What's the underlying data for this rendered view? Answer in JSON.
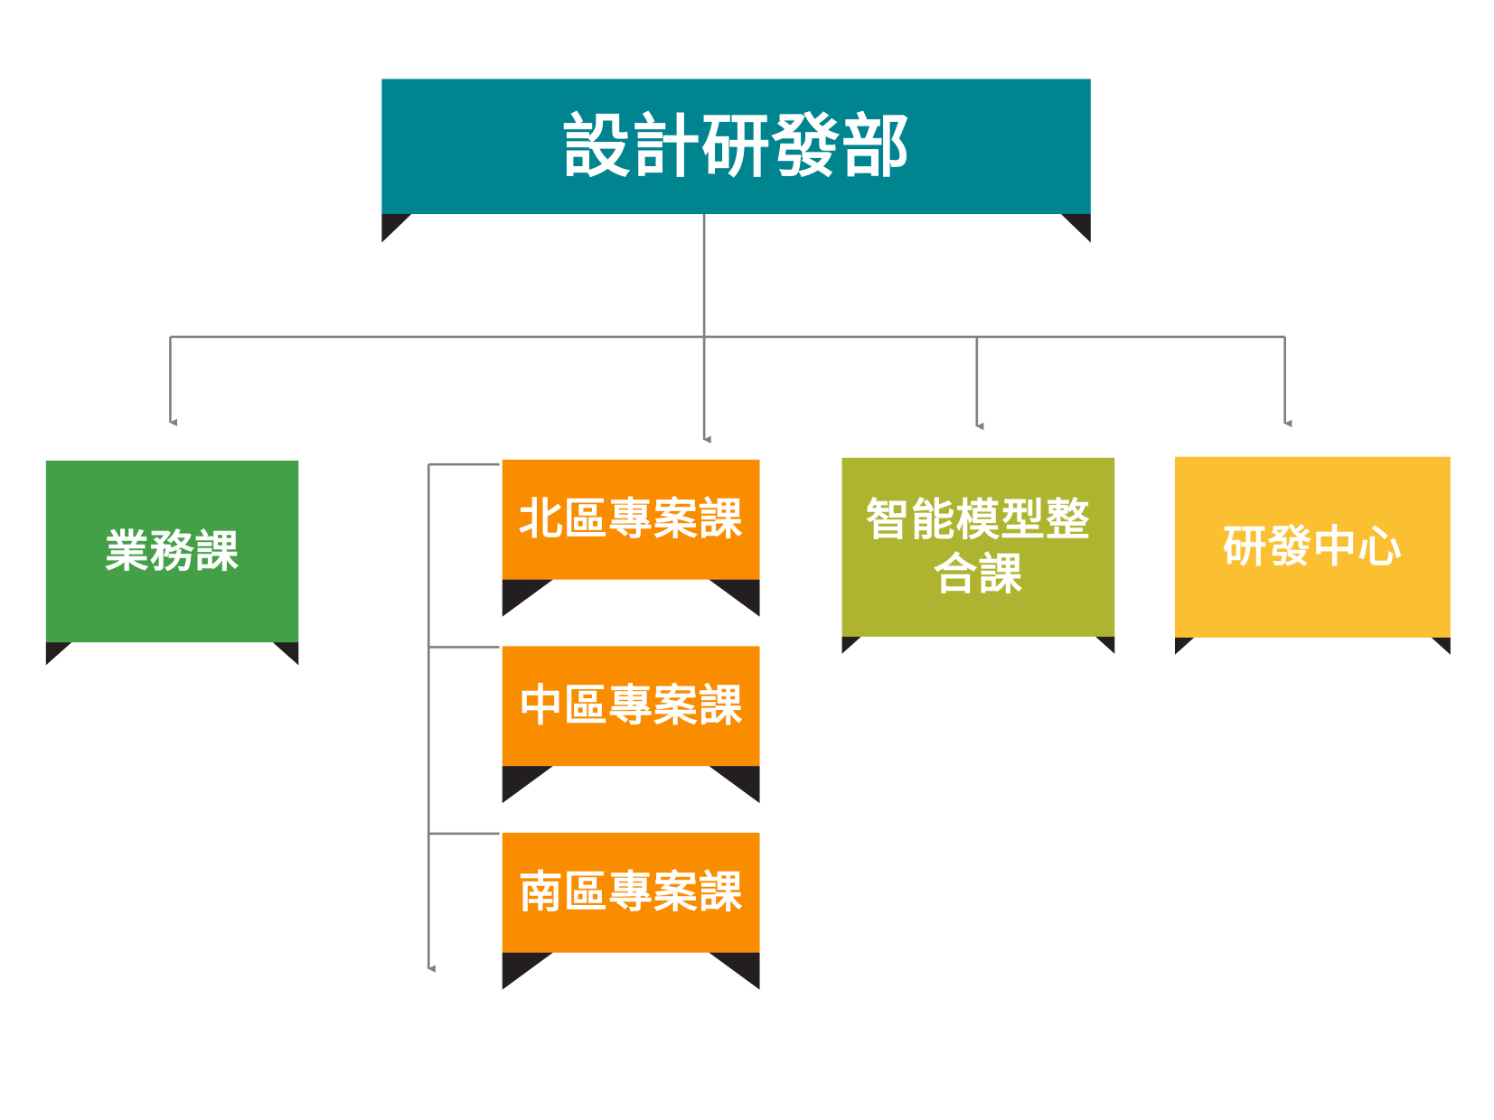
{
  "diagram": {
    "root": {
      "label": "設計研發部",
      "color": "#008490"
    },
    "departments": [
      {
        "id": "sales",
        "label": "業務課",
        "color": "#43A047"
      },
      {
        "id": "north",
        "label": "北區專案課",
        "color": "#FA8C00"
      },
      {
        "id": "central",
        "label": "中區專案課",
        "color": "#FA8C00"
      },
      {
        "id": "south",
        "label": "南區專案課",
        "color": "#FA8C00"
      },
      {
        "id": "smart",
        "label": "智能模型整合課",
        "color": "#AEB42F"
      },
      {
        "id": "rnd",
        "label": "研發中心",
        "color": "#FBBF32"
      }
    ],
    "connector_color": "#808080",
    "fold_color": "#231F20"
  }
}
